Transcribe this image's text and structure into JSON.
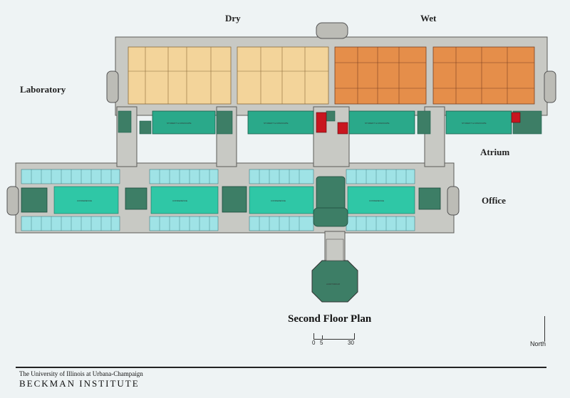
{
  "zones": {
    "dry": "Dry",
    "wet": "Wet",
    "laboratory": "Laboratory",
    "atrium": "Atrium",
    "office": "Office"
  },
  "title": "Second Floor Plan",
  "scale": {
    "zero": "0",
    "five": "5",
    "thirty": "30"
  },
  "north": "North",
  "footer": {
    "university_bold": "The University of Illinois",
    "university_rest": " at Urbana-Champaign",
    "institute": "BECKMAN INSTITUTE"
  },
  "colors": {
    "background": "#eef3f4",
    "dry_lab": "#f3d49a",
    "wet_lab": "#e58e4a",
    "atrium_green": "#2aa98a",
    "office_teal": "#2fc7a6",
    "office_room": "#9fe3e6",
    "dark_green": "#3d7e66",
    "stair_red": "#c8161f",
    "corridor_gray": "#c8c9c4"
  }
}
